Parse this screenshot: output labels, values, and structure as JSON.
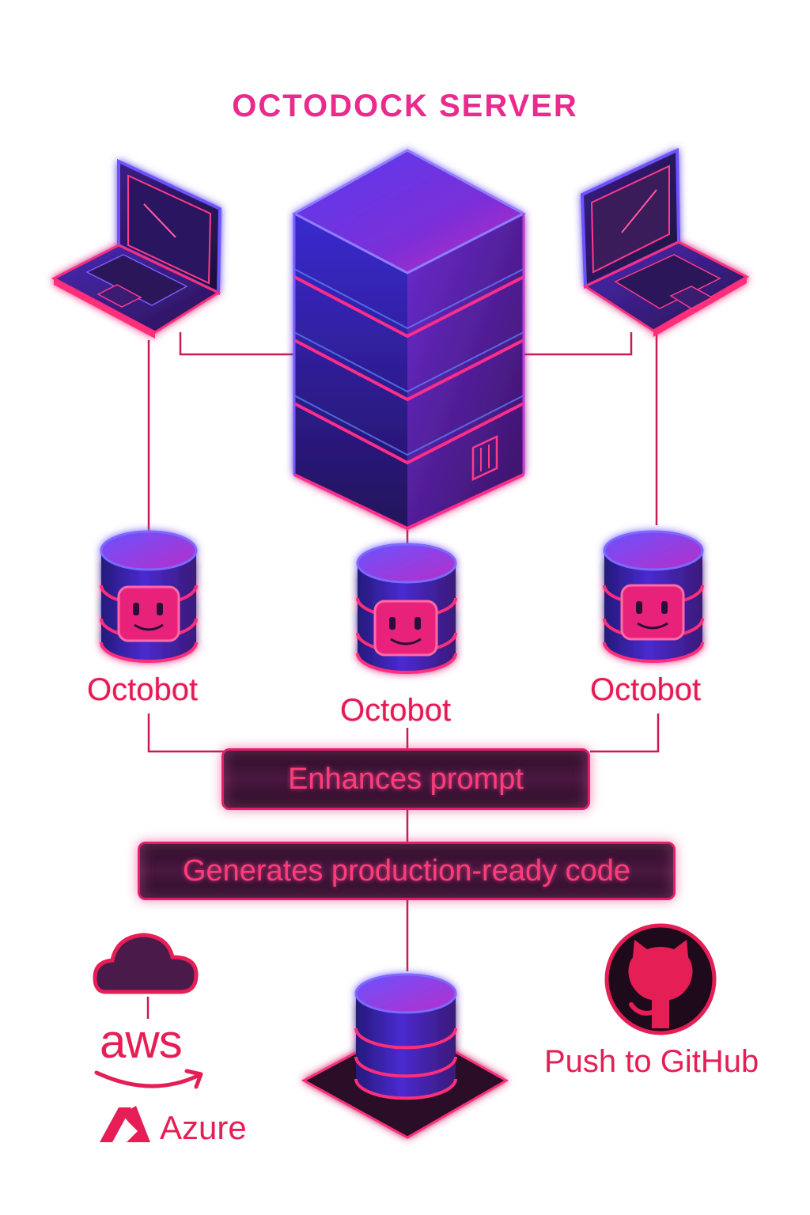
{
  "diagram": {
    "title": "OCTODOCK SERVER",
    "bots": [
      {
        "label": "Octobot"
      },
      {
        "label": "Octobot"
      },
      {
        "label": "Octobot"
      }
    ],
    "steps": [
      {
        "label": "Enhances prompt"
      },
      {
        "label": "Generates production-ready code"
      }
    ],
    "destinations": {
      "aws": "aws",
      "azure": "Azure",
      "github": "Push to GitHub"
    },
    "icons": [
      "laptop-icon",
      "server-icon",
      "database-icon",
      "cloud-icon",
      "azure-icon",
      "github-icon"
    ],
    "colors": {
      "accent": "#e51e55",
      "neon_pink": "#ff2d8a",
      "deep_blue": "#3a2fd0",
      "purple": "#8a22d6"
    }
  }
}
